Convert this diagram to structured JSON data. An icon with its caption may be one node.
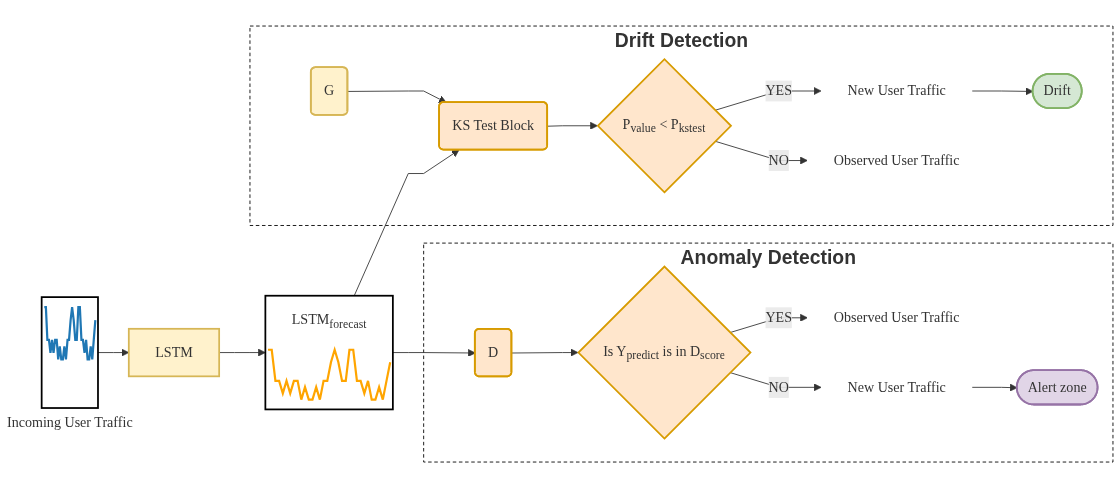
{
  "diagram": {
    "nodes": [
      {
        "text": [
          "Drift Detection"
        ]
      },
      {
        "text": [
          "G"
        ],
        "in": 0
      },
      {
        "text": [
          "KS Test Block"
        ],
        "in": 0
      },
      {
        "text": [
          "P$_{value}$ < P$_{kstest}$"
        ],
        "in": 0
      },
      {
        "text": [
          "New User Traffic"
        ],
        "in": 0
      },
      {
        "text": [
          "Drift"
        ],
        "in": 0
      },
      {
        "text": [
          "Observed User Traffic"
        ],
        "in": 0
      },
      {
        "text": [],
        "shape": "picture",
        "beside": [
          "Incoming User Traffic"
        ]
      },
      {
        "text": [
          "LSTM"
        ]
      },
      {
        "text": [
          "LSTM$_{forecast}$"
        ]
      },
      {
        "text": [
          "Anomaly Detection"
        ]
      },
      {
        "text": [
          "D"
        ],
        "in": 10
      },
      {
        "text": [
          "Is Y$_{predict}$ is in D$_{score}$"
        ],
        "in": 10
      },
      {
        "text": [
          "Observed User Traffic"
        ],
        "in": 10
      },
      {
        "text": [
          "New User Traffic"
        ],
        "in": 10
      },
      {
        "text": [
          "Alert zone"
        ],
        "in": 10
      }
    ],
    "edges": [
      {
        "from": 1,
        "to": 2,
        "arrow": "to"
      },
      {
        "from": 2,
        "to": 3,
        "arrow": "to"
      },
      {
        "from": 3,
        "to": 4,
        "arrow": "to",
        "label": "YES"
      },
      {
        "from": 4,
        "to": 5,
        "arrow": "to"
      },
      {
        "from": 3,
        "to": 6,
        "arrow": "to",
        "label": "NO"
      },
      {
        "from": 7,
        "to": 8,
        "arrow": "to"
      },
      {
        "from": 8,
        "to": 9,
        "arrow": "to"
      },
      {
        "from": 9,
        "to": 2,
        "arrow": "to"
      },
      {
        "from": 9,
        "to": 11,
        "arrow": "to"
      },
      {
        "from": 11,
        "to": 12,
        "arrow": "to"
      },
      {
        "from": 12,
        "to": 13,
        "arrow": "to",
        "label": "YES"
      },
      {
        "from": 12,
        "to": 14,
        "arrow": "to",
        "label": "NO"
      },
      {
        "from": 14,
        "to": 15,
        "arrow": "to"
      }
    ]
  }
}
